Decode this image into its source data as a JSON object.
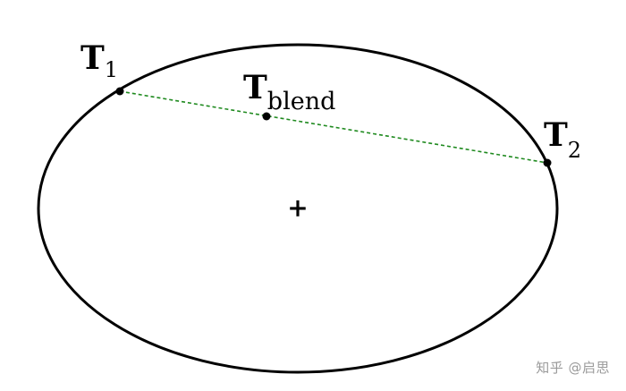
{
  "diagram": {
    "points": {
      "t1": {
        "main": "T",
        "sub": "1"
      },
      "t2": {
        "main": "T",
        "sub": "2"
      },
      "tblend": {
        "main": "T",
        "sub": "blend"
      }
    },
    "center_marker": "+",
    "colors": {
      "ellipse_stroke": "#000000",
      "chord_stroke": "#1f8a1f",
      "point_fill": "#000000",
      "watermark": "#9a9a9a"
    }
  },
  "watermark": {
    "text": "知乎 @启思"
  }
}
